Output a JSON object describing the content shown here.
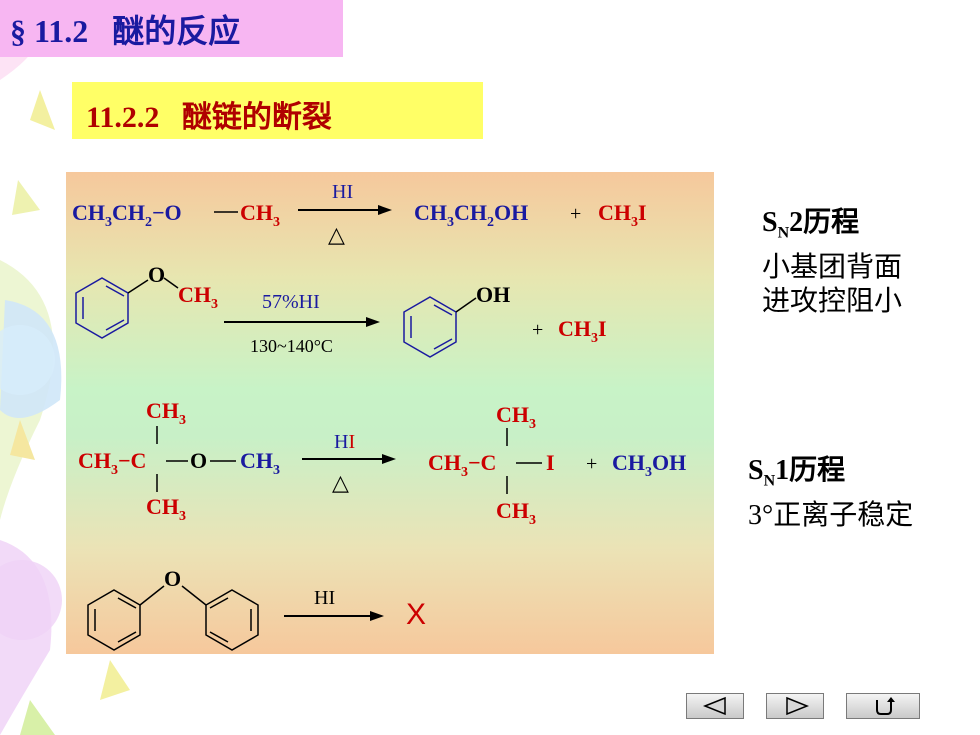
{
  "header": {
    "title": "§ 11.2   醚的反应"
  },
  "subheader": {
    "title": "11.2.2   醚链的断裂"
  },
  "reactions": {
    "r1": {
      "reactant_a": "CH",
      "reactant_b": "CH",
      "reactant_o": "O",
      "reactant_c": "CH",
      "reagent": "HI",
      "condition": "△",
      "product1_a": "CH",
      "product1_b": "CH",
      "product1_c": "OH",
      "plus": "+",
      "product2": "CH",
      "product2_i": "I"
    },
    "r2": {
      "o_label": "O",
      "ch3": "CH",
      "reagent": "57%HI",
      "condition": "130~140°C",
      "oh": "OH",
      "plus": "+",
      "product2": "CH",
      "product2_i": "I"
    },
    "r3": {
      "ch3_top": "CH",
      "ch3_left": "CH",
      "c_center": "C",
      "o": "O",
      "ch3_right": "CH",
      "ch3_bottom": "CH",
      "reagent_h": "H",
      "reagent_i": "I",
      "condition": "△",
      "p_ch3_top": "CH",
      "p_ch3_left": "CH",
      "p_c": "C",
      "p_i": "I",
      "p_ch3_bottom": "CH",
      "plus": "+",
      "product2": "CH",
      "product2_oh": "OH"
    },
    "r4": {
      "o": "O",
      "reagent": "HI",
      "result": "X"
    },
    "sub3": "3"
  },
  "notes": {
    "sn2": {
      "s": "S",
      "n": "N",
      "rest": "2历程",
      "line2": "小基团背面",
      "line3": "进攻控阻小"
    },
    "sn1": {
      "s": "S",
      "n": "N",
      "rest": "1历程",
      "line2": "3°正离子稳定"
    }
  },
  "colors": {
    "blue": "#1a1aa0",
    "red": "#cc0000",
    "header_bg": "#f7b6f2",
    "sub_bg": "#ffff66"
  },
  "nav": {
    "prev_icon": "left-triangle-icon",
    "next_icon": "right-triangle-icon",
    "return_icon": "return-arrow-icon"
  }
}
